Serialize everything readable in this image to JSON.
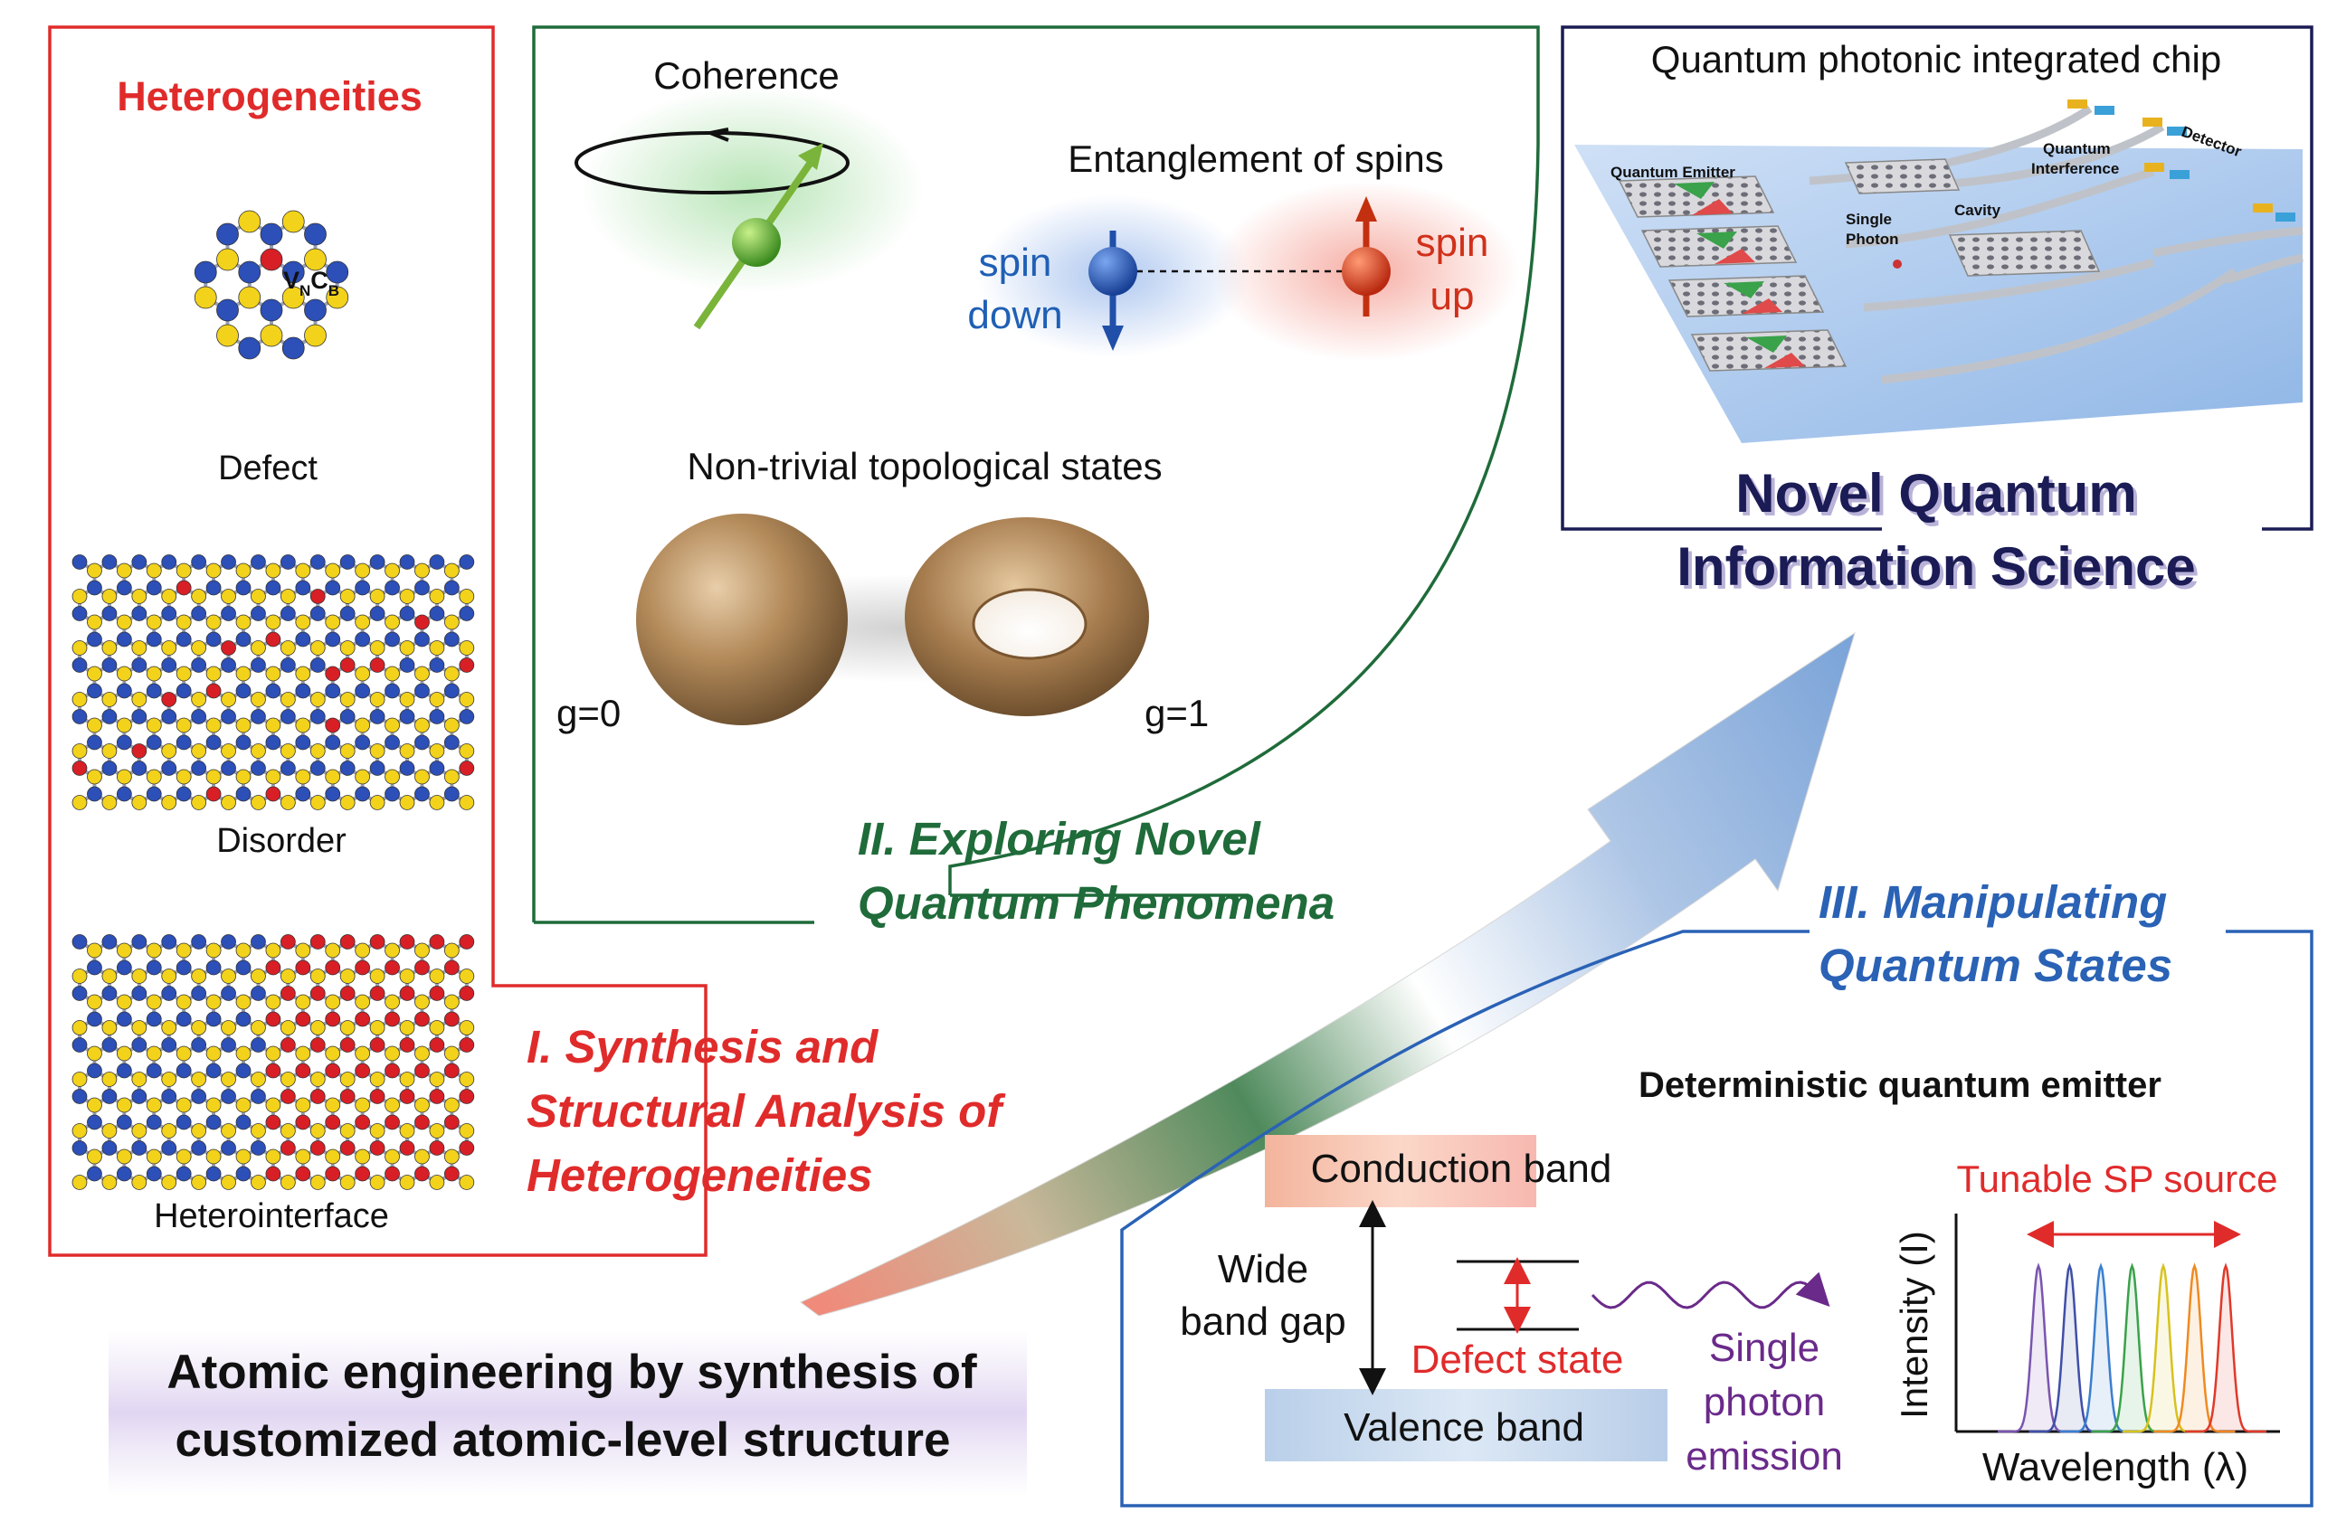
{
  "panel_heterogeneities": {
    "title": "Heterogeneities",
    "defect_label": "Defect",
    "defect_site_v": "V",
    "defect_site_v_sub": "N",
    "defect_site_c": "C",
    "defect_site_c_sub": "B",
    "disorder_label": "Disorder",
    "heterointerface_label": "Heterointerface"
  },
  "section_1": {
    "line1": "I. Synthesis and",
    "line2": "Structural Analysis of",
    "line3": "Heterogeneities"
  },
  "panel_phenomena": {
    "coherence": "Coherence",
    "entanglement": "Entanglement of spins",
    "spin_down_1": "spin",
    "spin_down_2": "down",
    "spin_up_1": "spin",
    "spin_up_2": "up",
    "topological": "Non-trivial topological states",
    "genus_0": "g=0",
    "genus_1": "g=1"
  },
  "section_2": {
    "line1": "II. Exploring Novel",
    "line2": "Quantum Phenomena"
  },
  "panel_chip": {
    "title": "Quantum photonic integrated chip",
    "label_emitter": "Quantum Emitter",
    "label_single_1": "Single",
    "label_single_2": "Photon",
    "label_cavity": "Cavity",
    "label_interf_1": "Quantum",
    "label_interf_2": "Interference",
    "label_detector": "Detector"
  },
  "novel_qis": {
    "line1": "Novel Quantum",
    "line2": "Information Science"
  },
  "section_3": {
    "line1": "III. Manipulating",
    "line2": "Quantum States"
  },
  "emitter_panel": {
    "title": "Deterministic quantum emitter",
    "conduction": "Conduction band",
    "valence": "Valence band",
    "gap_1": "Wide",
    "gap_2": "band gap",
    "defect_state": "Defect state",
    "emission_1": "Single",
    "emission_2": "photon",
    "emission_3": "emission",
    "sp_source": "Tunable SP source",
    "ylabel": "Intensity (I)",
    "xlabel": "Wavelength (λ)"
  },
  "bottom_caption": {
    "line1": "Atomic engineering by synthesis of",
    "line2": "customized atomic-level structure"
  },
  "colors": {
    "red_section": "#e02b2b",
    "green_section": "#1f6b3a",
    "blue_section": "#2a62b5",
    "navy": "#1b1b55",
    "purple": "#6a2a8a",
    "atom_yellow": "#f2d21b",
    "atom_blue": "#2c4fb8",
    "atom_red": "#d81f26"
  },
  "spectrum_colors": [
    "#7a55b0",
    "#3f4fa8",
    "#3b7fcf",
    "#3aa24a",
    "#d8c21e",
    "#ef8a22",
    "#e03a2a"
  ]
}
